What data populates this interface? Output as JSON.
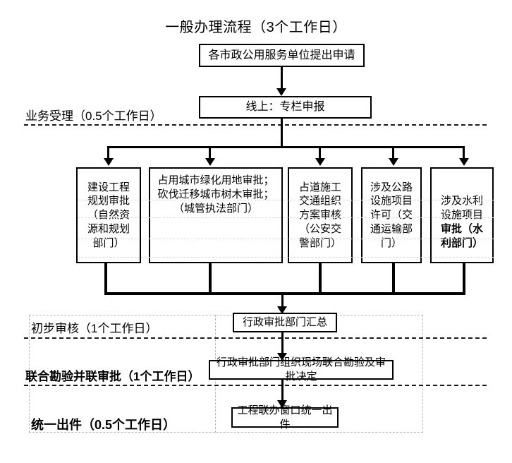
{
  "diagram": {
    "title": "一般办理流程（3个工作日）",
    "stages": [
      {
        "id": "acceptance",
        "label": "业务受理（0.5个工作日）",
        "bold": false
      },
      {
        "id": "preliminary",
        "label": "初步审核（1个工作日）",
        "bold": false
      },
      {
        "id": "joint-survey",
        "label": "联合勘验并联审批（1个工作日）",
        "bold": true
      },
      {
        "id": "issuance",
        "label": "统一出件（0.5个工作日）",
        "bold": true
      }
    ],
    "nodes": {
      "apply": "各市政公用服务单位提出申请",
      "online": "线上：专栏申报",
      "dept1": "建设工程\n规划审批\n（自然资\n源和规划\n部门）",
      "dept2": "占用城市绿化用地审批；\n砍伐迁移城市树木审批；\n（城管执法部门）",
      "dept3": "占道施工\n交通组织\n方案审核\n（公安交\n警部门）",
      "dept4": "涉及公路\n设施项目\n许可（交\n通运输部\n门）",
      "dept5_normal": "涉及水利\n设施项目\n",
      "dept5_bold": "审批（水\n利部门）",
      "summary": "行政审批部门汇总",
      "joint": "行政审批部门组织现场联合勘验及审批决定",
      "issue": "工程联办窗口统一出件"
    },
    "colors": {
      "line": "#000000",
      "panel_border": "#b9b9b9",
      "separator": "#1a1a1a",
      "background": "#ffffff"
    }
  }
}
